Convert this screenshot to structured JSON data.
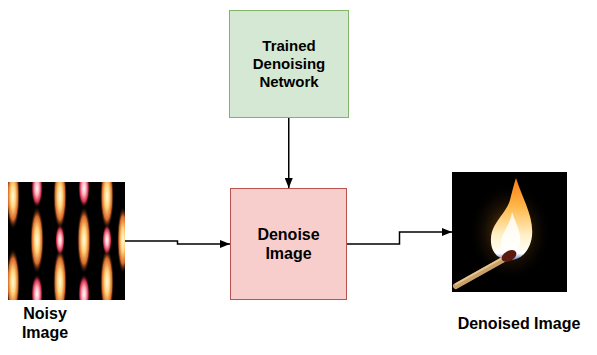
{
  "diagram": {
    "nodes": [
      {
        "text": [
          "Trained Denoising Network"
        ]
      },
      {
        "text": [
          "Noisy Image"
        ]
      },
      {
        "text": [
          "Denoise Image"
        ]
      },
      {
        "text": [
          "Denoised Image"
        ]
      }
    ],
    "edges": [
      {
        "from": 0,
        "to": 2,
        "arrow": "to"
      },
      {
        "from": 1,
        "to": 2,
        "arrow": "to"
      },
      {
        "from": 2,
        "to": 3,
        "arrow": "to"
      }
    ]
  }
}
